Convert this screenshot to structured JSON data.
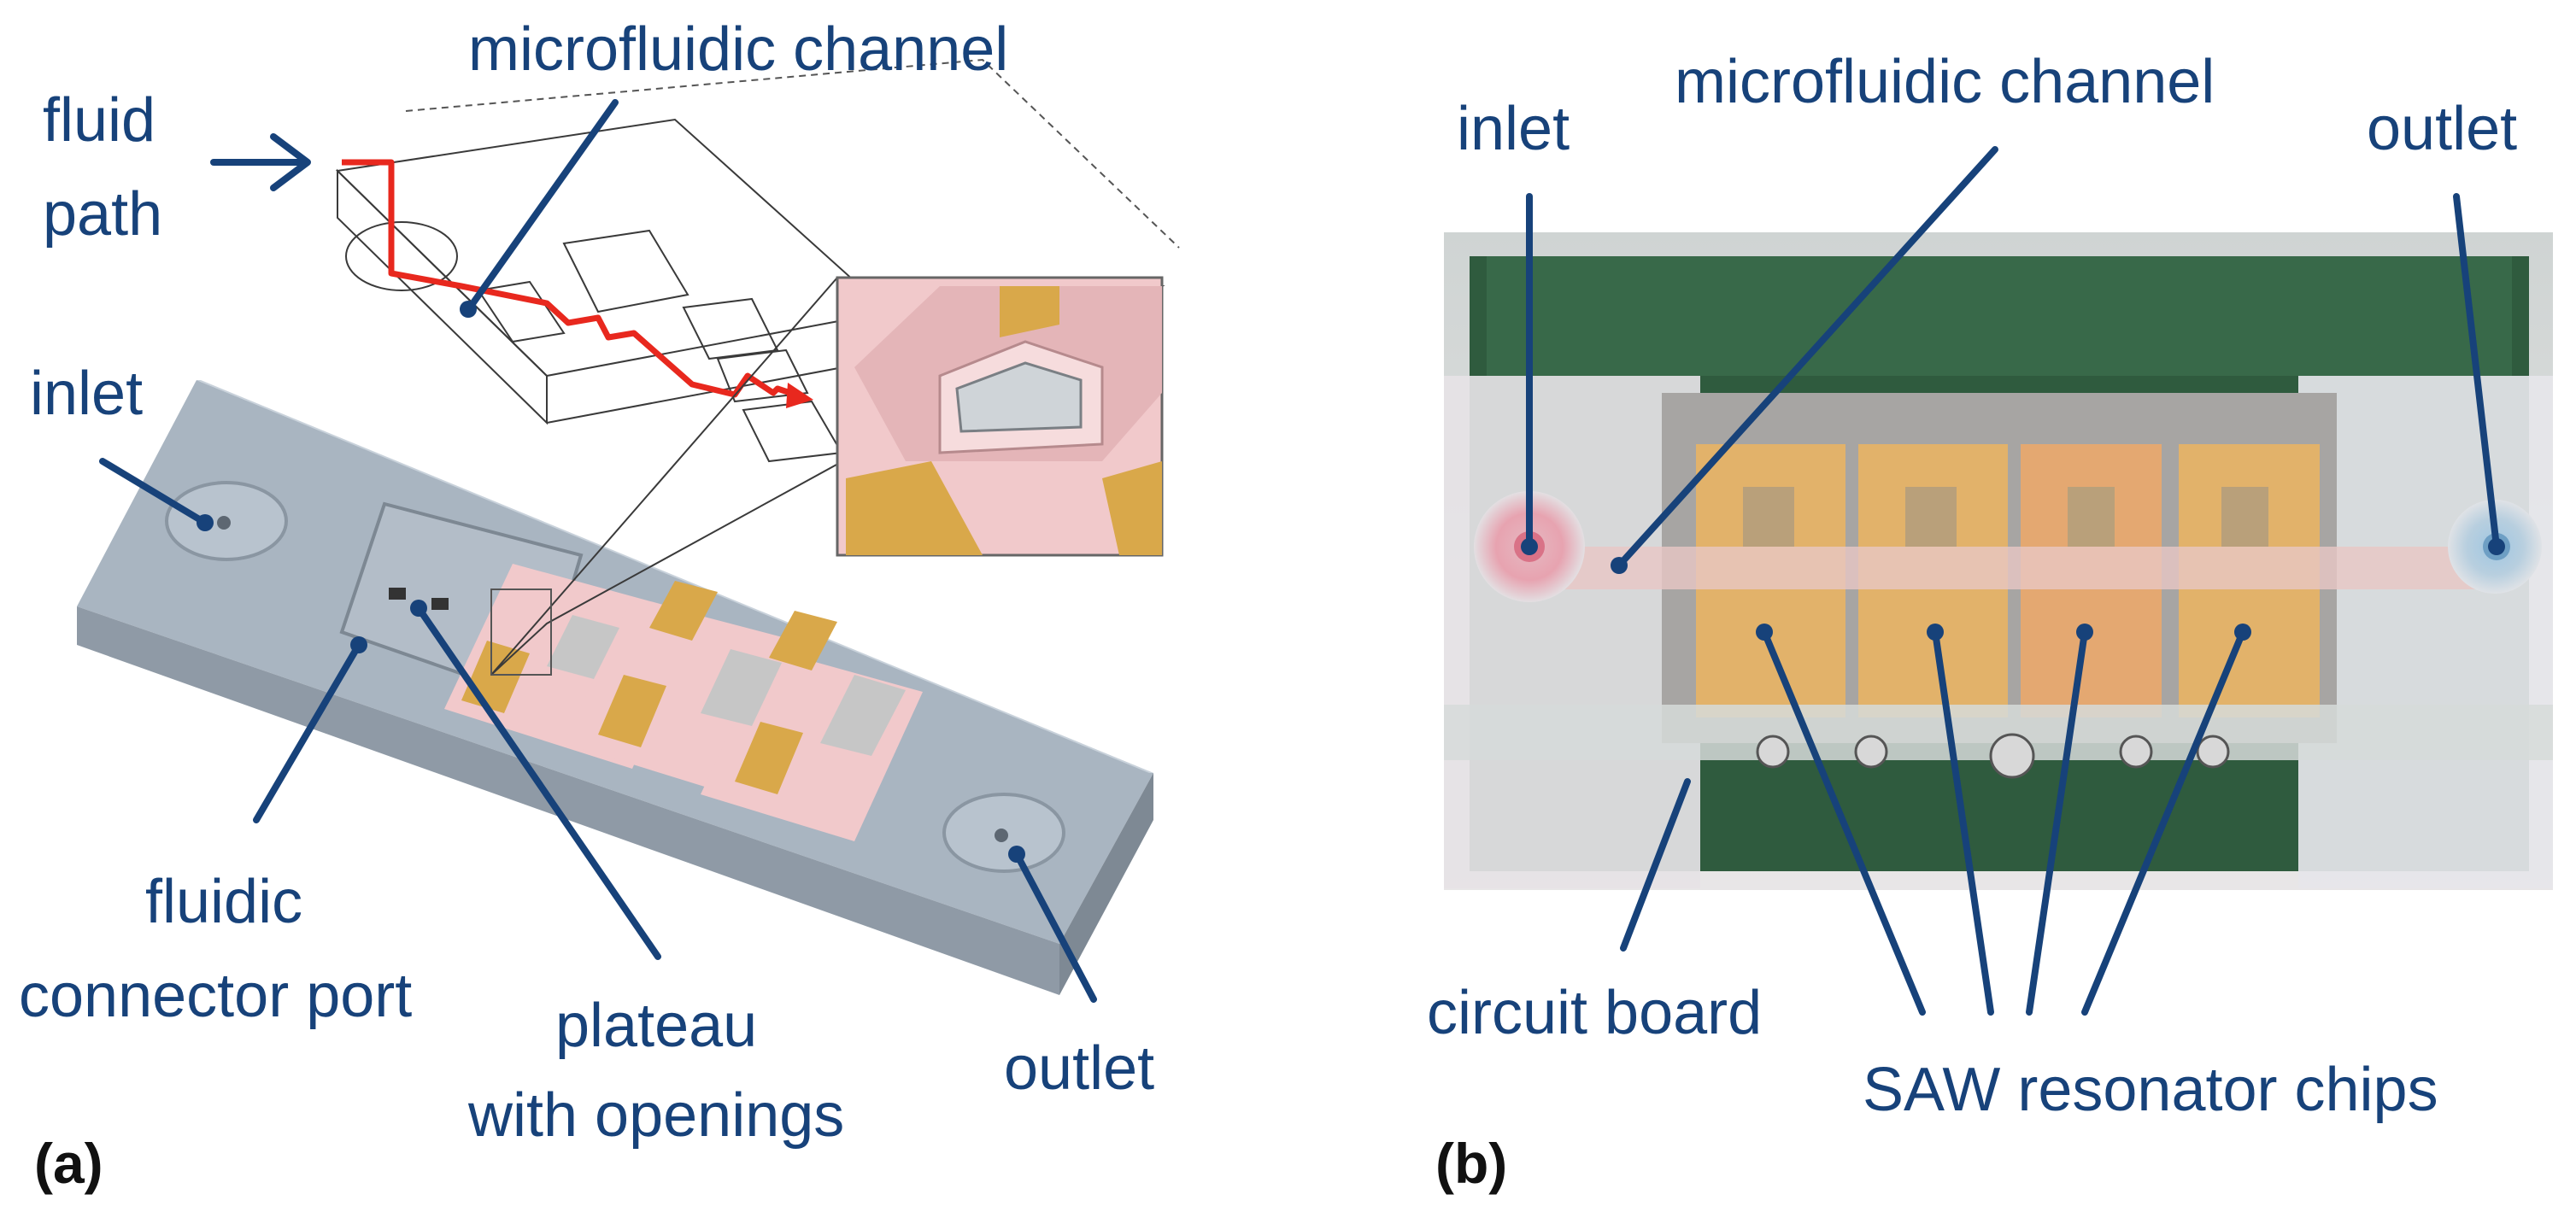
{
  "panel_a": {
    "panel_label": "(a)",
    "labels": {
      "microfluidic_channel": "microfluidic channel",
      "fluid_path_line1": "fluid",
      "fluid_path_line2": "path",
      "inlet": "inlet",
      "fluidic_connector_port_line1": "fluidic",
      "fluidic_connector_port_line2": "connector port",
      "plateau_line1": "plateau",
      "plateau_line2": "with openings",
      "outlet": "outlet"
    }
  },
  "panel_b": {
    "panel_label": "(b)",
    "labels": {
      "inlet": "inlet",
      "microfluidic_channel": "microfluidic channel",
      "outlet": "outlet",
      "circuit_board": "circuit board",
      "saw_resonator_chips": "SAW resonator chips"
    }
  },
  "colors": {
    "label_blue": "#17427a",
    "fluid_path_red": "#e8281e",
    "base_gray": "#a9b5c1",
    "electrode_gold": "#d9a84a",
    "chip_pink": "#f1c9cb"
  }
}
